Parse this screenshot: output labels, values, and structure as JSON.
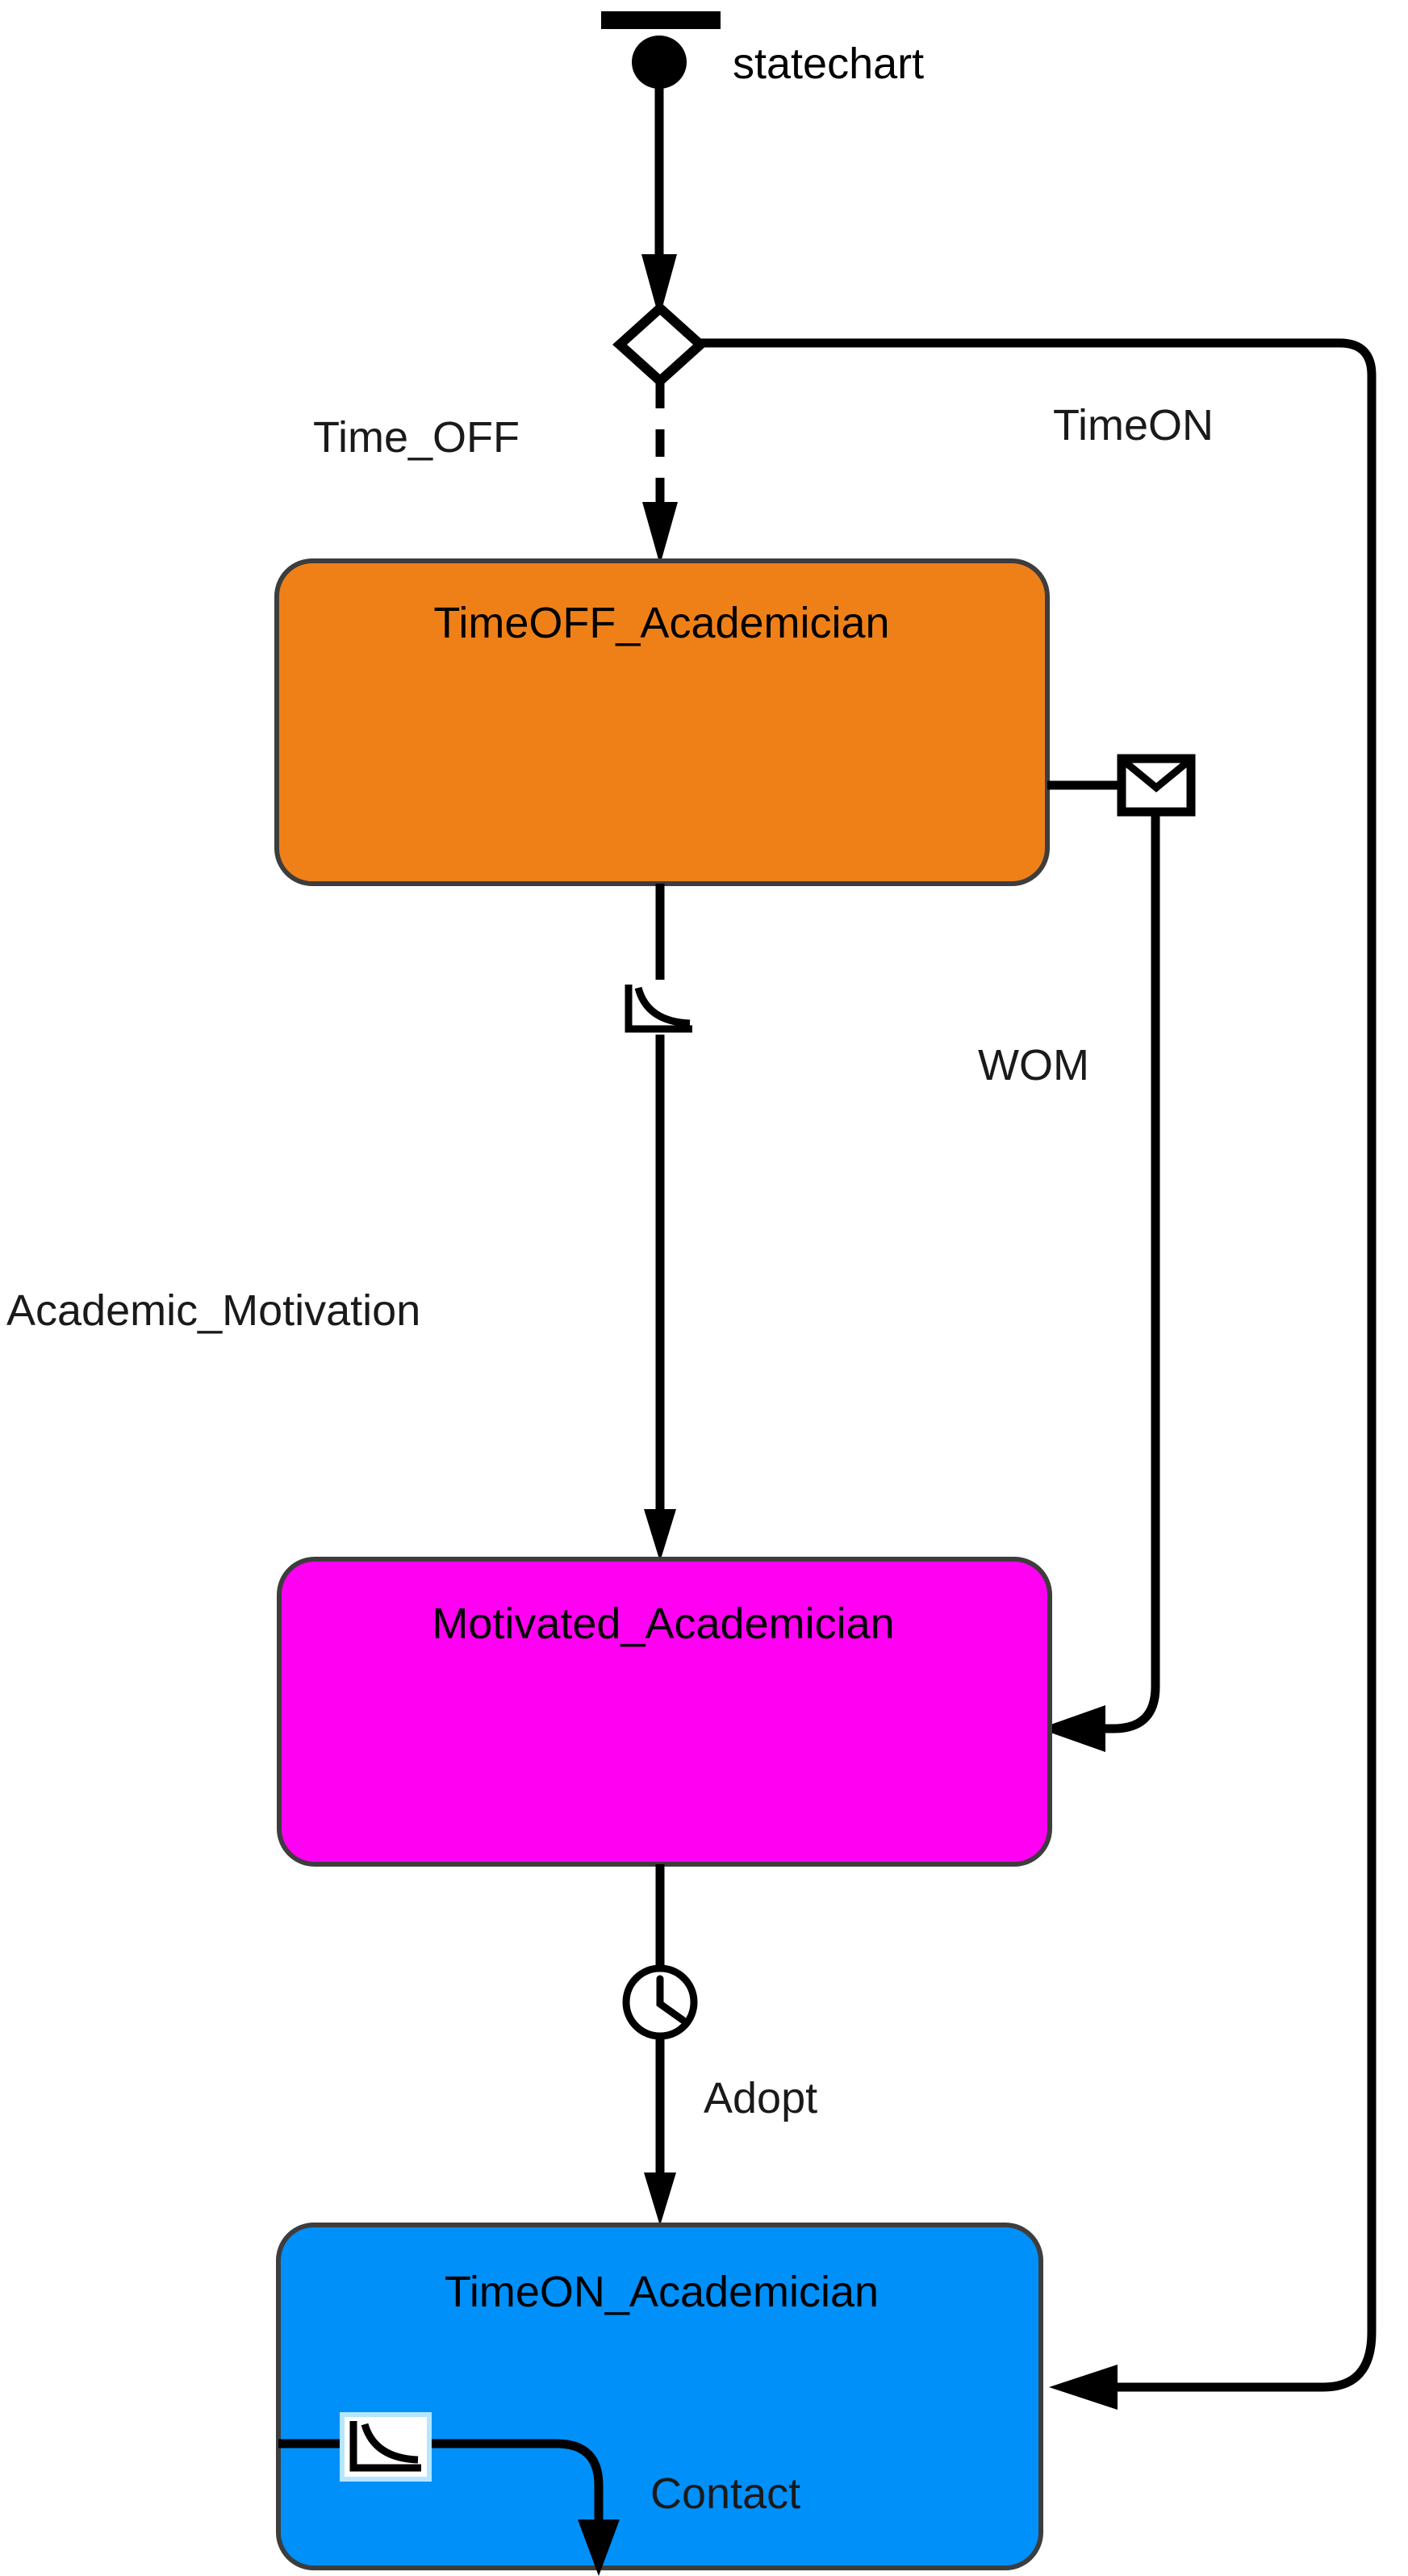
{
  "diagram": {
    "kind": "statechart",
    "title": "statechart",
    "background_color": "#ffffff",
    "line_color": "#000000",
    "entry_point": {
      "name": "entry-point",
      "label": "statechart",
      "icon": "filled-circle-with-bar-icon"
    },
    "branch": {
      "name": "branch-node",
      "icon": "diamond-branch-icon",
      "outgoing": [
        {
          "label": "Time_OFF",
          "style": "dashed",
          "target": "TimeOFF_Academician"
        },
        {
          "label": "TimeON",
          "style": "solid",
          "target": "TimeON_Academician"
        }
      ]
    },
    "states": [
      {
        "id": "timeoff",
        "label": "TimeOFF_Academician",
        "color": "#ef8018",
        "border_color": "#3d3d3d"
      },
      {
        "id": "motivated",
        "label": "Motivated_Academician",
        "color": "#ff00f2",
        "border_color": "#3d3d3d"
      },
      {
        "id": "timeon",
        "label": "TimeON_Academician",
        "color": "#0090fa",
        "border_color": "#3d3d3d"
      }
    ],
    "transitions": [
      {
        "id": "t-academic-motivation",
        "label": "Academic_Motivation",
        "from": "TimeOFF_Academician",
        "to": "Motivated_Academician",
        "trigger_icon": "exponential-rate-icon"
      },
      {
        "id": "t-wom",
        "label": "WOM",
        "from": "TimeOFF_Academician",
        "to": "Motivated_Academician",
        "trigger_icon": "message-envelope-icon"
      },
      {
        "id": "t-adopt",
        "label": "Adopt",
        "from": "Motivated_Academician",
        "to": "TimeON_Academician",
        "trigger_icon": "timeout-clock-icon"
      },
      {
        "id": "t-timeon",
        "label": "TimeON",
        "from": "branch-node",
        "to": "TimeON_Academician",
        "trigger_icon": "none"
      },
      {
        "id": "t-time-off",
        "label": "Time_OFF",
        "from": "branch-node",
        "to": "TimeOFF_Academician",
        "trigger_icon": "none"
      },
      {
        "id": "t-contact",
        "label": "Contact",
        "from": "TimeON_Academician",
        "to": "TimeON_Academician",
        "trigger_icon": "exponential-rate-icon",
        "internal": true
      }
    ]
  }
}
